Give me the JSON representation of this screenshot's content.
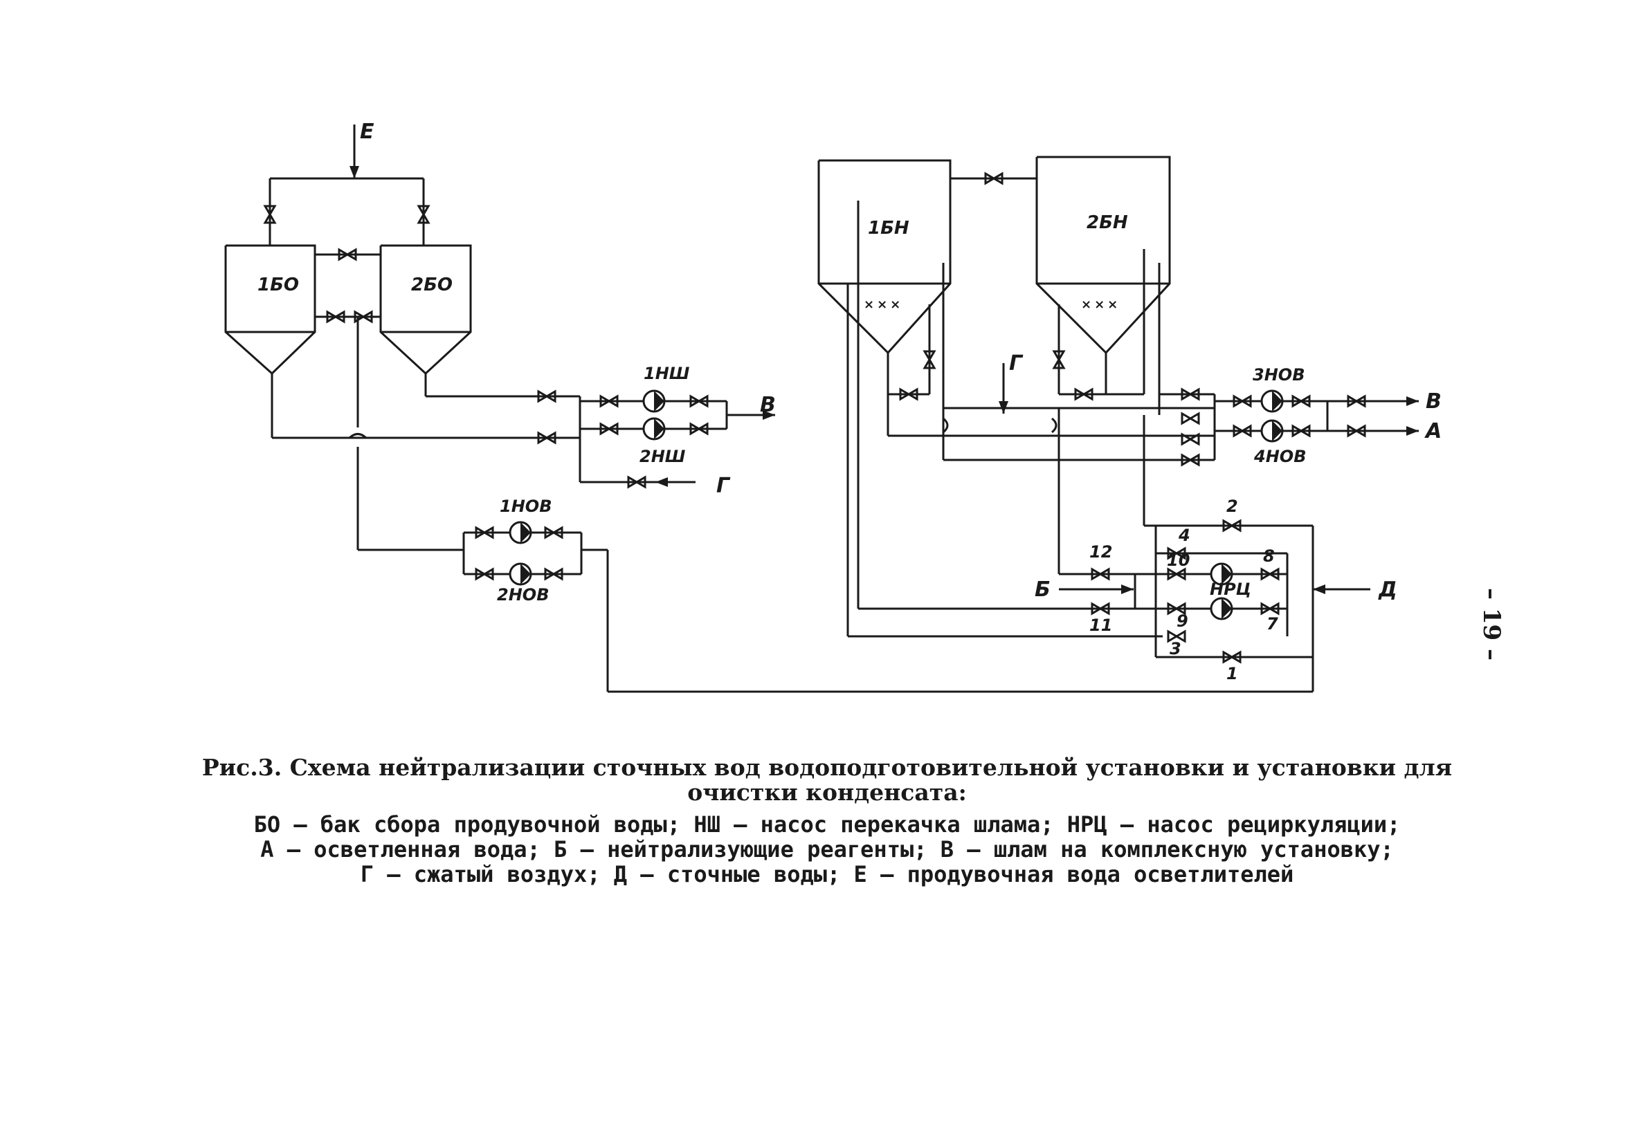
{
  "diagram": {
    "labels": {
      "blowdown_in": "Е",
      "tank_1bo": "1БО",
      "tank_2bo": "2БО",
      "pump_1nsh": "1НШ",
      "pump_2nsh": "2НШ",
      "sludge_out": "В",
      "air_out": "Г",
      "pump_1nov": "1НОВ",
      "pump_2nov": "2НОВ",
      "tank_1bn": "1БН",
      "tank_2bn": "2БН",
      "air_in": "Г",
      "pump_3nov": "3НОВ",
      "pump_4nov": "4НОВ",
      "out_v": "В",
      "out_a": "А",
      "reagent_in": "Б",
      "wastewater_in": "Д",
      "pump_nrts": "НРЦ",
      "grate_marks": "×××",
      "valve_1": "1",
      "valve_2": "2",
      "valve_3": "3",
      "valve_4": "4",
      "valve_7": "7",
      "valve_8": "8",
      "valve_9": "9",
      "valve_10": "10",
      "valve_11": "11",
      "valve_12": "12"
    }
  },
  "caption": {
    "title": "Рис.3. Схема нейтрализации сточных вод водоподготовительной установки и установки для очистки конденсата:",
    "legend_line_1": "БО – бак сбора продувочной воды; НШ – насос перекачка шлама; НРЦ – насос рециркуляции;",
    "legend_line_2": "А – осветленная вода; Б – нейтрализующие реагенты; В – шлам на комплексную установку;",
    "legend_line_3": "Г – сжатый воздух; Д – сточные воды; Е – продувочная вода осветлителей"
  },
  "page_number": "– 19 –"
}
